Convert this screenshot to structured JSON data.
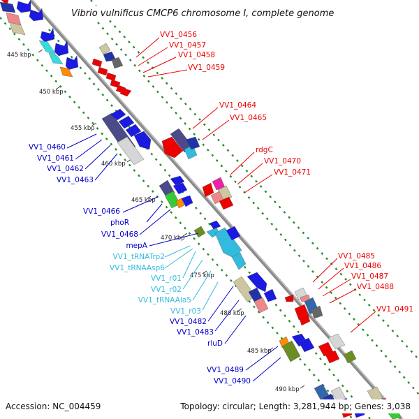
{
  "title": "Vibrio vulnificus CMCP6 chromosome I, complete genome",
  "footer": {
    "accession": "Accession: NC_004459",
    "summary": "Topology: circular; Length: 3,281,944 bp; Genes: 3,038"
  },
  "ticks": [
    "445 kbp",
    "450 kbp",
    "455 kbp",
    "460 kbp",
    "465 kbp",
    "470 kbp",
    "475 kbp",
    "480 kbp",
    "485 kbp",
    "490 kbp"
  ],
  "gene_labels": {
    "right_red": [
      "VV1_0456",
      "VV1_0457",
      "VV1_0458",
      "VV1_0459",
      "VV1_0464",
      "VV1_0465",
      "rdgC",
      "VV1_0470",
      "VV1_0471",
      "VV1_0485",
      "VV1_0486",
      "VV1_0487",
      "VV1_0488",
      "VV1_0491"
    ],
    "left_blue": [
      "VV1_0460",
      "VV1_0461",
      "VV1_0462",
      "VV1_0463",
      "VV1_0466",
      "phoR",
      "VV1_0468",
      "mepA",
      "VV1_0482",
      "VV1_0483",
      "rluD",
      "VV1_0489",
      "VV1_0490"
    ],
    "left_cyan": [
      "VV1_tRNATrp2",
      "VV1_tRNAAsp6",
      "VV1_r01",
      "VV1_r02",
      "VV1_tRNAAla5",
      "VV1_r03"
    ]
  },
  "colors": {
    "backbone": "#888888",
    "forward_gene": "#0000dd",
    "reverse_gene": "#ee0000",
    "rna_gene": "#33bbdd",
    "dotted_track": "#2a8a2a"
  }
}
